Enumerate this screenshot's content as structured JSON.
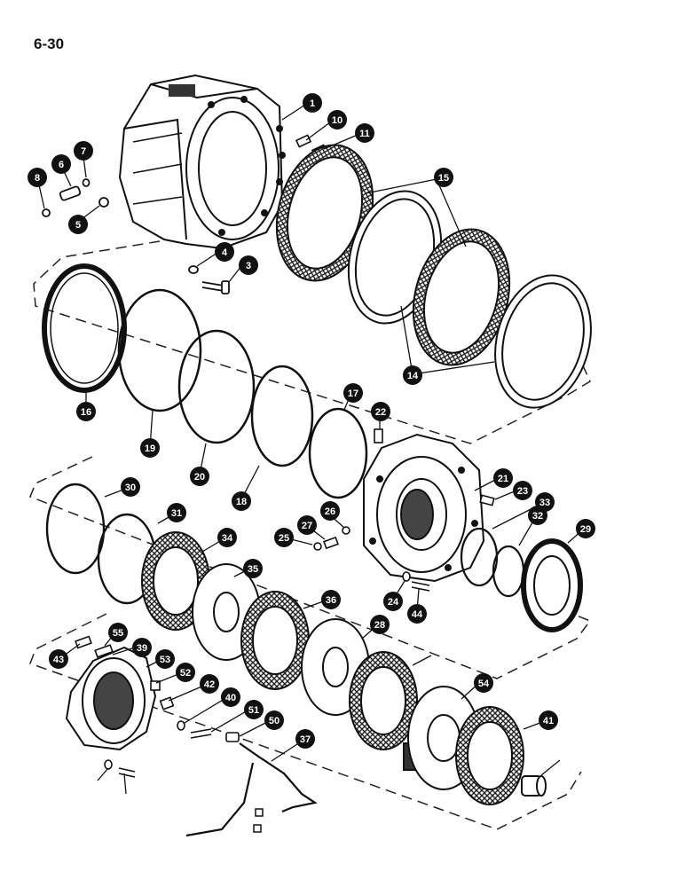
{
  "page": {
    "number": "6-30"
  },
  "callouts": [
    "1",
    "10",
    "11",
    "15",
    "7",
    "6",
    "8",
    "5",
    "4",
    "3",
    "14",
    "16",
    "19",
    "20",
    "18",
    "17",
    "22",
    "21",
    "23",
    "33",
    "32",
    "29",
    "30",
    "31",
    "34",
    "35",
    "36",
    "28",
    "26",
    "27",
    "25",
    "24",
    "44",
    "43",
    "55",
    "39",
    "53",
    "52",
    "42",
    "40",
    "51",
    "50",
    "37",
    "54",
    "41"
  ],
  "colors": {
    "line": "#111111",
    "callout_fill": "#111111",
    "callout_text": "#ffffff",
    "friction_face": "#2a2a2a"
  }
}
